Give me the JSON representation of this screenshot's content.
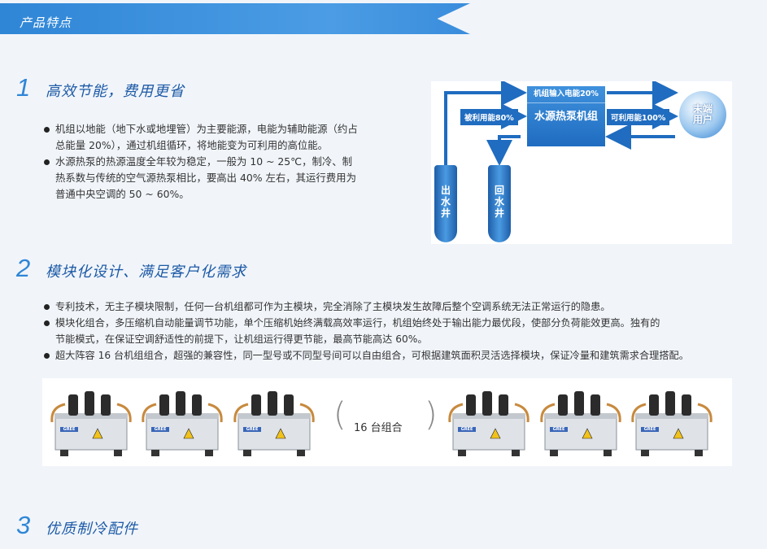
{
  "banner": {
    "title": "产品特点"
  },
  "sections": [
    {
      "num": "1",
      "title": "高效节能，费用更省"
    },
    {
      "num": "2",
      "title": "模块化设计、满足客户化需求"
    },
    {
      "num": "3",
      "title": "优质制冷配件"
    }
  ],
  "section1_bullets": [
    [
      "机组以地能（地下水或地埋管）为主要能源，电能为辅助能源（约占",
      "总能量 20%），通过机组循环，将地能变为可利用的高位能。"
    ],
    [
      "水源热泵的热源温度全年较为稳定，一般为 10 ~ 25℃，制冷、制",
      "热系数与传统的空气源热泵相比，要高出 40% 左右，其运行费用为",
      "普通中央空调的 50 ~ 60%。"
    ]
  ],
  "section2_bullets": [
    [
      "专利技术，无主子模块限制，任何一台机组都可作为主模块，完全消除了主模块发生故障后整个空调系统无法正常运行的隐患。"
    ],
    [
      "模块化组合，多压缩机自动能量调节功能，单个压缩机始终满载高效率运行，机组始终处于输出能力最优段，使部分负荷能效更高。独有的",
      "节能模式，在保证空调舒适性的前提下，让机组运行得更节能，最高节能高达 60%。"
    ],
    [
      "超大阵容 16 台机组组合，超强的兼容性，同一型号或不同型号间可以自由组合，可根据建筑面积灵活选择模块，保证冷量和建筑需求合理搭配。"
    ]
  ],
  "diagram": {
    "box_top": "机组输入电能20%",
    "box_main": "水源热泵机组",
    "left_tag": "被利用能80%",
    "right_tag": "可利用能100%",
    "user": [
      "末",
      "端",
      "用",
      "户"
    ],
    "well_out": [
      "出",
      "水",
      "井"
    ],
    "well_back": [
      "回",
      "水",
      "井"
    ]
  },
  "combo": {
    "label": "16 台组合",
    "unit_badge": "GREE"
  },
  "colors": {
    "accent": "#2f86d6",
    "title_blue": "#1d5aa6",
    "diagram_blue": "#1f6cc0",
    "background": "#f1f5fa"
  }
}
